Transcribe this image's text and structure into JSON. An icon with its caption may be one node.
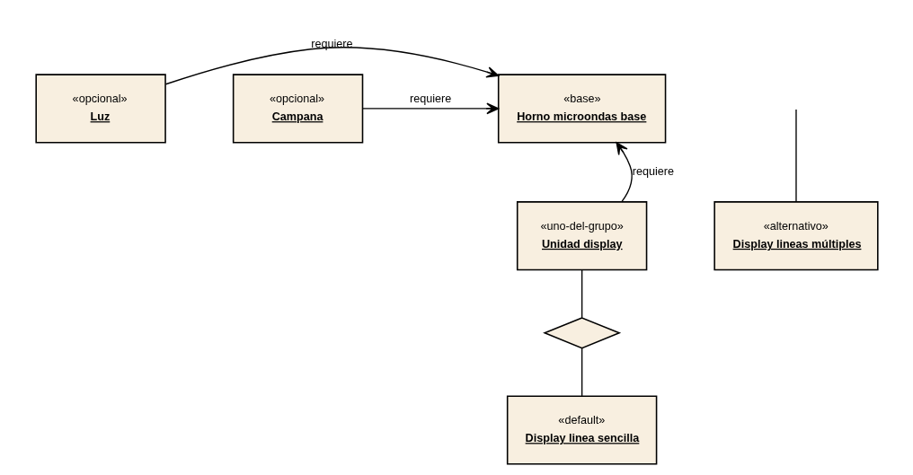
{
  "diagram": {
    "nodes": [
      {
        "text": [
          "«opcional»",
          "Luz"
        ]
      },
      {
        "text": [
          "«base»",
          "Horno microondas base"
        ]
      },
      {
        "text": [
          "«opcional»",
          "Campana"
        ]
      },
      {
        "text": [
          "«uno-del-grupo»",
          "Unidad display"
        ]
      },
      {
        "text": [],
        "shape": "diamond"
      },
      {
        "text": [
          "«default»",
          "Display linea sencilla"
        ]
      },
      {
        "text": [
          "«alternativo»",
          "Display lineas múltiples"
        ]
      }
    ],
    "edges": [
      {
        "from": 0,
        "to": 1,
        "arrow": "to",
        "label": "requiere"
      },
      {
        "from": 2,
        "to": 1,
        "arrow": "to",
        "label": "requiere"
      },
      {
        "from": 3,
        "to": 1,
        "arrow": "to",
        "label": "requiere"
      },
      {
        "from": 3,
        "to": 4,
        "arrow": "none"
      },
      {
        "from": 4,
        "to": 5,
        "arrow": "none"
      },
      {
        "from": null,
        "to": 6,
        "arrow": "none"
      }
    ]
  }
}
